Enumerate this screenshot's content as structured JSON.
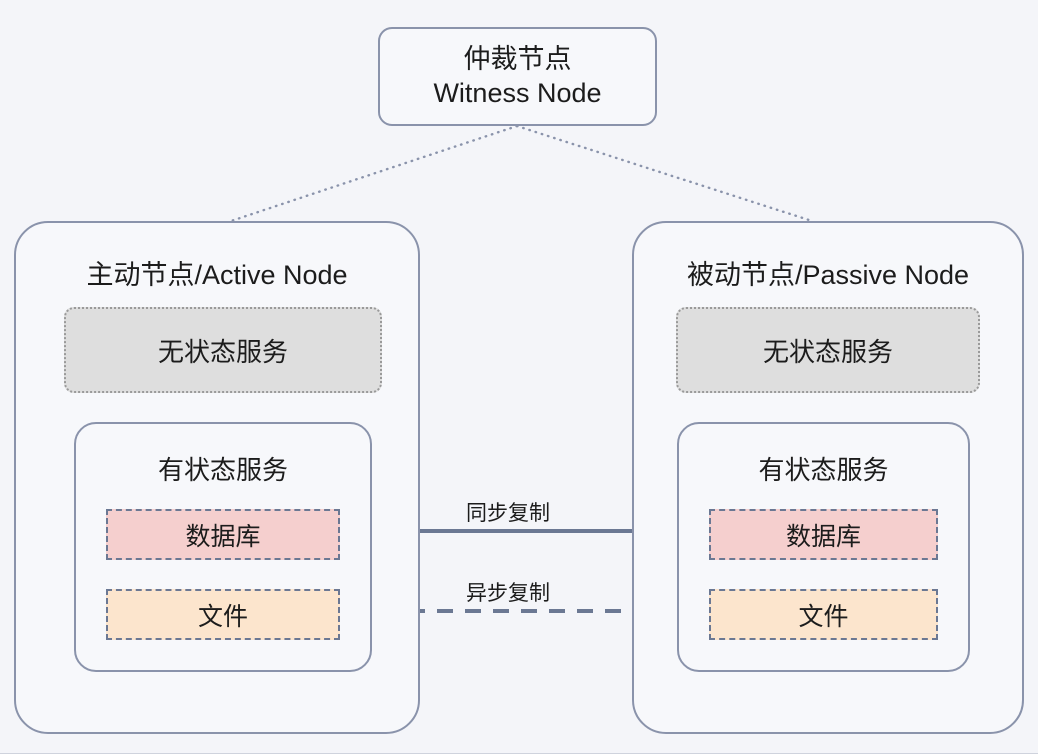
{
  "diagram": {
    "title_hidden": "",
    "witness": {
      "cn": "仲裁节点",
      "en": "Witness Node"
    },
    "nodes": [
      {
        "id": "active",
        "title": "主动节点/Active Node",
        "stateless": "无状态服务",
        "stateful": "有状态服务",
        "database": "数据库",
        "file": "文件"
      },
      {
        "id": "passive",
        "title": "被动节点/Passive Node",
        "stateless": "无状态服务",
        "stateful": "有状态服务",
        "database": "数据库",
        "file": "文件"
      }
    ],
    "arrows": {
      "sync": "同步复制",
      "async": "异步复制"
    },
    "colors": {
      "page_background": "#f4f5f9",
      "box_fill": "#f7f8fb",
      "border_blue_gray": "#8a93ab",
      "stateless_fill": "#dedede",
      "stateless_border": "#9a9a9a",
      "database_fill": "#f5cfce",
      "file_fill": "#fce5cd",
      "chip_border": "#6b7893",
      "arrow_stroke": "#6b7893",
      "dotted_link": "#8a93ab",
      "text": "#1c1c1c"
    }
  }
}
